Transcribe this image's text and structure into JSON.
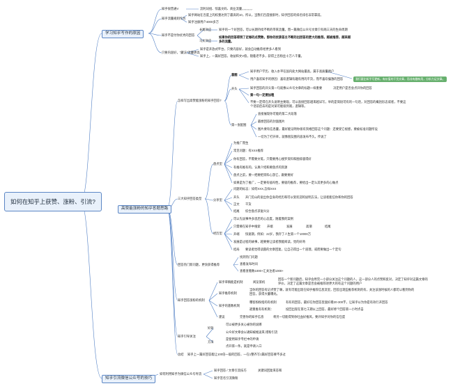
{
  "root": "如何在知乎上获赞、涨粉、引流?",
  "s1": {
    "title": "学习知乎写作的原因",
    "a": "知乎很普通V",
    "a1": "流利词组、惊喜文码、商业流量，，，，，，，",
    "b": "知乎流量规则作为",
    "b1": "知乎网站在百度上的权重达到了最高的10，所以，当我们百度搜索时，知乎回答的排名排名非常靠前。",
    "b2": "知乎注册用户4000多万",
    "c": "知乎不是付你优秀的回答",
    "c1": "长尾效应",
    "c1t": "知乎的一个好回答，可以长期持续不断的带来流量。而一篇微信公众号文章只有两三天的生命周期",
    "c2": "马太效应",
    "c2t1": "如果你的回答得到了足够的点赞数，那你的优质答主不断的出回答的更大的推荐。越被推荐，越来越",
    "c2t2": "多的流量。",
    "d": "只要内容好，\"藏法\"流量更高",
    "d1": "知乎是开放式平台，只要内容好，就会自动推荐给更多人看到",
    "d2": "知乎上，一篇好回答，收益和文V值，随着老不多，获得上百粉丝十万八千量。"
  },
  "s2": {
    "title": "高赞能涨粉的知乎答题思路",
    "q": "怎样写出高赞能涨粉的知乎回答?",
    "q1": "意图",
    "q1a": "知乎用户学历、收入水平在国内处大网站最高，属于高质量用户",
    "q1b": "用户喜欢知乎的原因：喜欢逻辑有趣有用的干货，而不喜欢偏激的回答",
    "q2": "开头",
    "q2a": "知乎回答的开头第一句就像公众号文章的标题一样重要",
    "q2a1": "决定用户是否会点开你的回答",
    "q2b": "第一句一定要加粗",
    "q2c1": "不要一定得在开头说明主要观，可以直接回答越来越详写，举的是简短可有的一句话，对回答的概括形态或者，不要这",
    "q2c2": "个话前后去的是对某可能吸到观，逻辑等。",
    "q3": "第一张配图",
    "q3a": "直接展现你可能的第二大段落",
    "q3b": "最想回答的封面图片",
    "q3c": "图片要有信息量，最好能证明你很有资格回答这个问题：还要受它视感，要被标准问题所设",
    "q3d": "一切为了打开率，就像朋友圈内容发布不久，传说了",
    "note": "我们要比知乎写更新，有价值的干货文章，而非有趣有用，分析力足文章。",
    "t": "三大知乎回答类型",
    "t1": "盘点型",
    "t1i": [
      "为推广而生",
      "常见问题：有XXX推荐",
      "你有回答，不需要文笔，只需要用心搜罗资料和图排版得好",
      "有推有推有的，认真介绍和要盘点的资源",
      "盘点之前，要一把要把资料心游它，跟要要好",
      "如果是为了推广，一定要有插吗性，要吸的推荐，要给出一定么其更多的心做点"
    ],
    "t2": "分享型",
    "t2a": "问题的标志：如何XXX,怎样XXX",
    "t2b": "开头",
    "t2b1": "开门见山的说出你自身的经历和可以受欢迎的说明方法，让读者能信你和你的回答",
    "t2c": "正文",
    "t2c1": "干货",
    "t2d": "结尾",
    "t2d1": "综合盘点求复兴分",
    "t3": "经历型",
    "t3a": "可以先说事件多思后的心态度，随着我的案例",
    "t3b": "只需要在知乎中搜索",
    "t3b1": "开端",
    "t3b2": "发展",
    "t3b3": "高潮",
    "t3b4": "结尾",
    "t3c": "开端",
    "t3c1": "快速期，例如：22岁，我存了人生第一个10000万",
    "t3d": "发展是过程的故事，越要要让读者我能阅读，觉的好奇",
    "t3e": "结局",
    "t3e1": "要读者觉得读圆的文章回复，让自己得出一个道理，或而要做出一个定句"
  },
  "s3": {
    "h": "回答热门新问题，更快获得推荐",
    "h1": "找到热门问题",
    "h2": "查看发布时间",
    "h3": "查看查看数1000+汇关注者1000+",
    "m": "知乎回答涨粉的机制",
    "m1": "知乎草稿能是机制",
    "m1a": "阅览第机",
    "m1b1": "回答一个新问题后，知乎会用完一小部分关注这个问题的人，这一部分人的点赞和反对，决定了知乎对这篇文章的",
    "m1b2": "评价，决定了这篇文章是否会被推荐进更大的有这个问题的用户",
    "m2": "知乎推荐机制",
    "m2a1": "当你的回答有记点赞了嘛，就有可能出现在知乎推荐信息流里，回答出现些推荐机制的有，关注该涨时候的人都可以看到你的",
    "m2a2": "回答，获得大量曝光。",
    "m3": "知乎的基数机制",
    "m3a": "曝客粉粉指的有机制",
    "m3a1": "有有的回答，最好在你回答里面好看20-300字，让知乎以为你是有效行开回答",
    "m3b": "避重推有有机制：",
    "m3b1": "投回出现在第七工期以上回答，最好修个回答第一小时点击",
    "m4": "建议",
    "m4a": "完善你的知乎信息",
    "m4a1": "将另一切能得到你吐血好推风，要开知乎对你的信任度",
    "k": "知乎引导关注",
    "k1": "好处",
    "k1a": "可以被更多关心被你的说哪",
    "k1b": "公众好文章会以通知被推送来,增粉引流",
    "k2": "方法",
    "k2a": "是使用知乎专栏中的申请",
    "k2b": "点开第一条，就是申请入口",
    "z": "总结",
    "zt": "知乎上一篇好回答能让100倍一般的回答，一在1整齐写1篇好回答要不多过"
  },
  "s4": {
    "title": "知乎引流微信公众号的技巧",
    "a": "如何利用知乎为微信公众号导流",
    "a1": "知乎回答 / 文章引流技巧",
    "a1t": "关键词回复来答和",
    "a2": "知乎签名引流微粉"
  }
}
